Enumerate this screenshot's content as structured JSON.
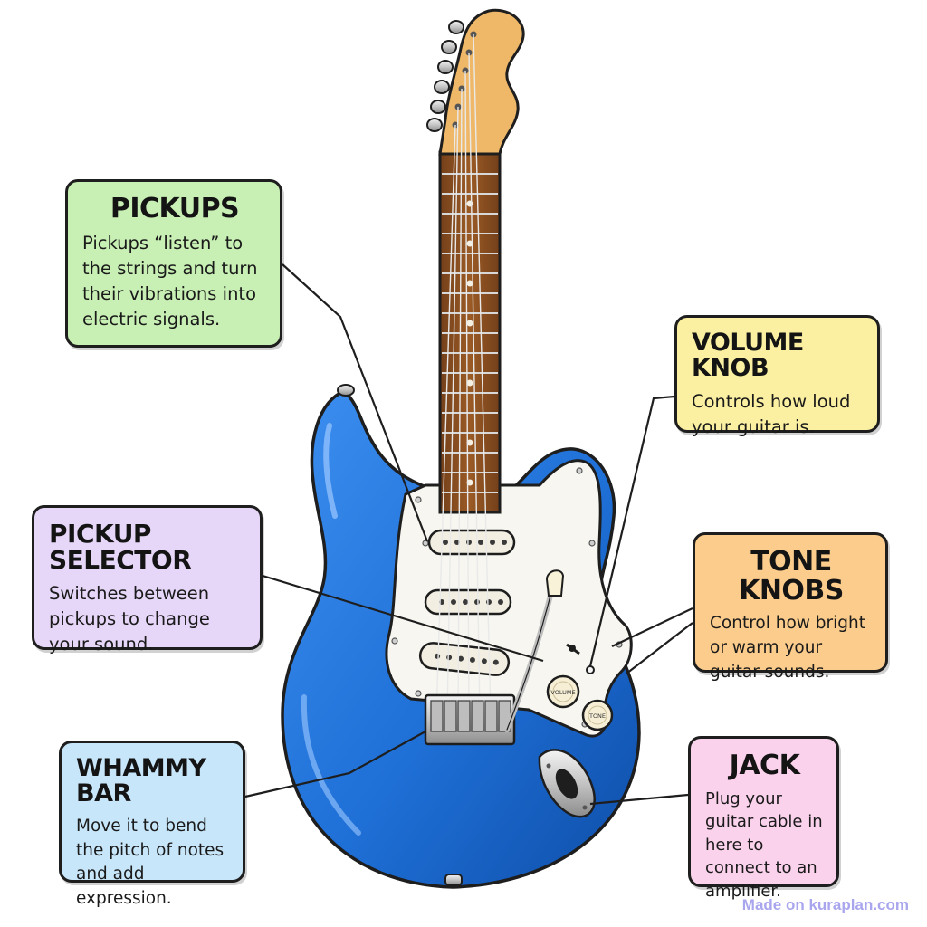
{
  "colors": {
    "body": "#1e6fd6",
    "body_dark": "#0f4ea8",
    "pickguard": "#f7f6f0",
    "fretboard": "#8a4f1f",
    "headstock": "#efb868",
    "outline": "#1e1e1e"
  },
  "callouts": {
    "pickups": {
      "title": "PICKUPS",
      "text": "Pickups “listen” to the strings and turn their vibrations into electric signals.",
      "bg": "#c8f0b4"
    },
    "volume": {
      "title": "VOLUME KNOB",
      "text": "Controls how loud your guitar is.",
      "bg": "#fbf0a2"
    },
    "selector": {
      "title": "PICKUP SELECTOR",
      "text": "Switches between pickups to change your sound.",
      "bg": "#e6d6f8"
    },
    "tone": {
      "title": "TONE KNOBS",
      "text": "Control how bright or warm your guitar sounds.",
      "bg": "#fbcc8c"
    },
    "whammy": {
      "title": "WHAMMY BAR",
      "text": "Move it to bend the pitch of notes and add expression.",
      "bg": "#c8e6fa"
    },
    "jack": {
      "title": "JACK",
      "text": "Plug your guitar cable in here to connect to an amplifier.",
      "bg": "#fbd2ec"
    }
  },
  "knobs": {
    "volume_label": "VOLUME",
    "tone_label": "TONE"
  },
  "watermark": "Made on kuraplan.com"
}
